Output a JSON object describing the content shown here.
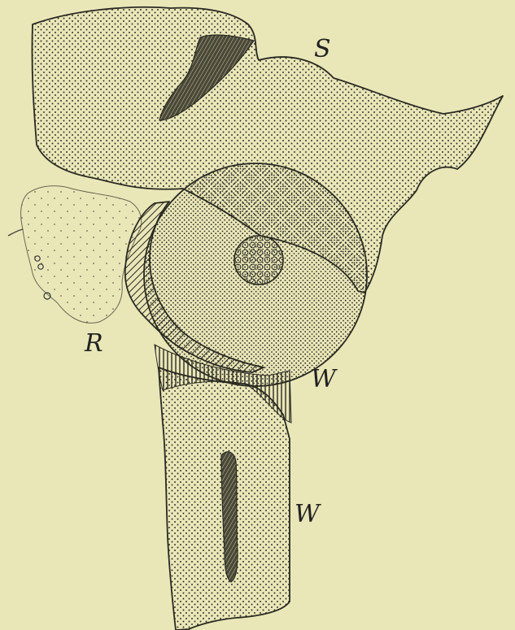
{
  "labels": {
    "s": "S",
    "r": "R",
    "w_upper": "W",
    "w_lower": "W"
  },
  "colors": {
    "background": "#e9e6b8",
    "ink": "#2a2a22"
  }
}
